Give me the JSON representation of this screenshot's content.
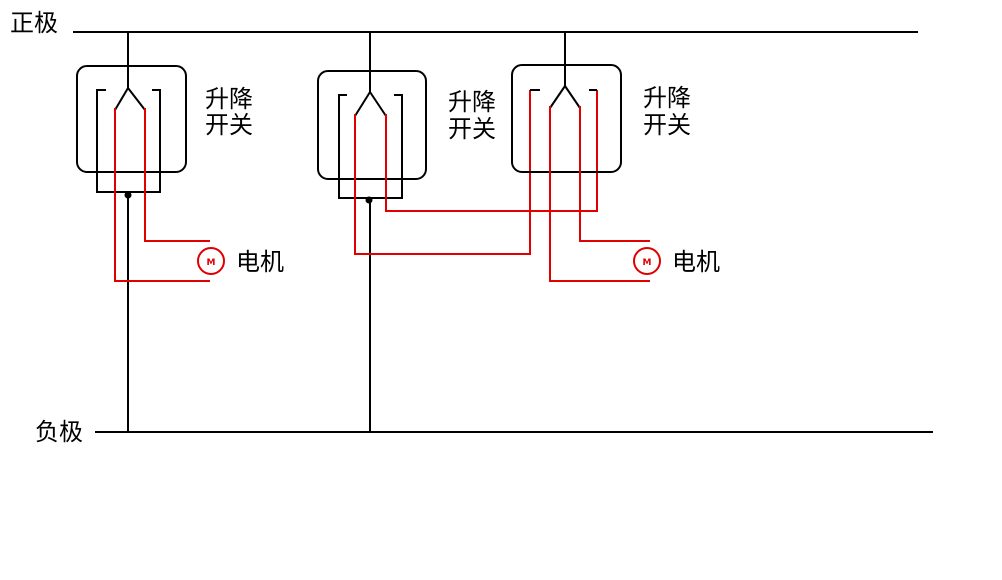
{
  "labels": {
    "positive": "正极",
    "negative": "负极",
    "switch_line1": "升降",
    "switch_line2": "开关",
    "motor": "电机",
    "motor_symbol": "M"
  },
  "colors": {
    "wire_black": "#000000",
    "wire_red": "#e00000",
    "background": "#ffffff"
  }
}
